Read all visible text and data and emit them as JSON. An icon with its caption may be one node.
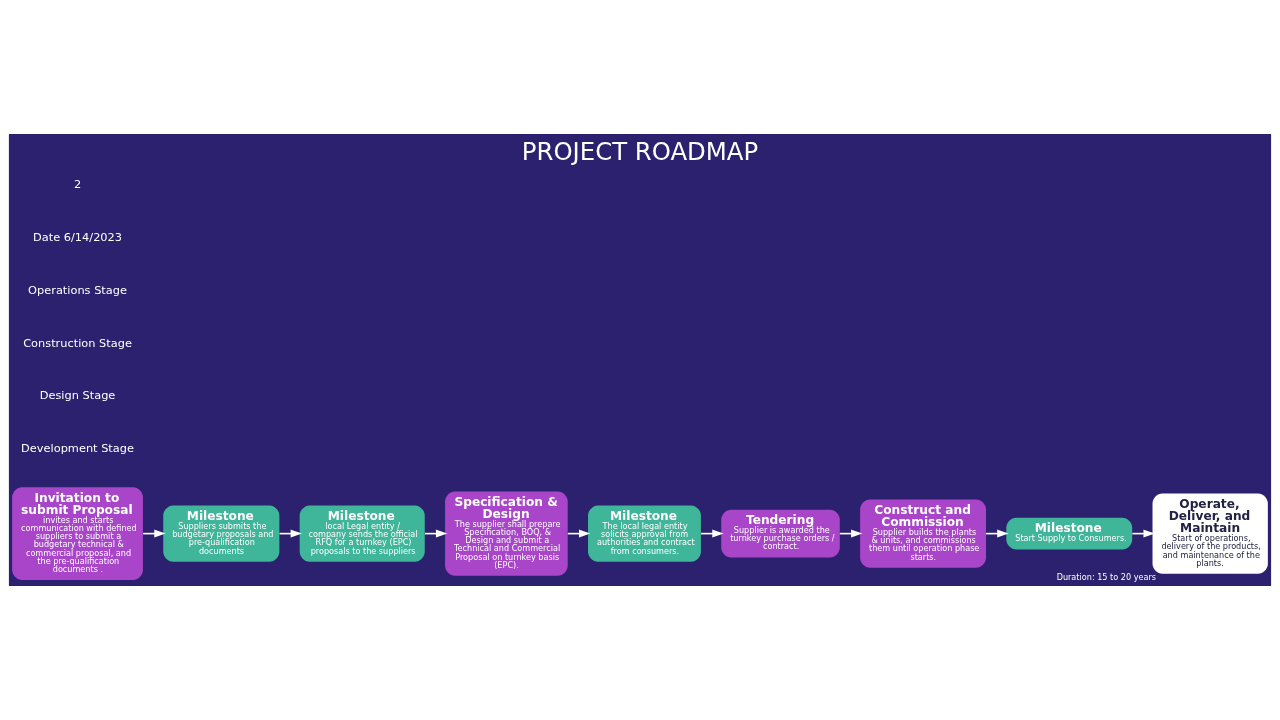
{
  "diagram": {
    "title": "PROJECT ROADMAP",
    "nodes": [
      {
        "text": [
          "Invitation to submit Proposal",
          "invites and starts communication with defined suppliers to submit a budgetary technical & commercial proposal, and the pre-qualification documents ."
        ]
      },
      {
        "text": [
          "Milestone",
          "Suppliers submits the budgetary proposals and pre-qualification documents"
        ]
      },
      {
        "text": [
          "Milestone",
          "local Legal entity / company sends the official RFQ for a turnkey (EPC) proposals to the suppliers"
        ]
      },
      {
        "text": [
          "Specification & Design",
          "The supplier shall prepare Specification, BOQ, & Design and submit a Technical and Commercial Proposal on turnkey basis (EPC)."
        ]
      },
      {
        "text": [
          "Milestone",
          "The local legal entity solicits approval from authorities and contract from consumers."
        ]
      },
      {
        "text": [
          "Tendering",
          "Supplier is awarded the turnkey purchase orders / contract."
        ]
      },
      {
        "text": [
          "Construct and Commission",
          "Supplier builds the plants & units, and commissions them until operation phase starts."
        ]
      },
      {
        "text": [
          "Milestone",
          "Start Supply to Consumers."
        ]
      },
      {
        "text": [
          "Operate, Deliver, and Maintain",
          "Start of operations, delivery of the products, and maintenance of the plants."
        ],
        "beside": [
          "Duration: 15 to 20 years"
        ]
      }
    ],
    "edges": [
      {
        "from": 0,
        "to": 1,
        "arrow": "to"
      },
      {
        "from": 1,
        "to": 2,
        "arrow": "to"
      },
      {
        "from": 2,
        "to": 3,
        "arrow": "to"
      },
      {
        "from": 3,
        "to": 4,
        "arrow": "to"
      },
      {
        "from": 4,
        "to": 5,
        "arrow": "to"
      },
      {
        "from": 5,
        "to": 6,
        "arrow": "to"
      },
      {
        "from": 6,
        "to": 7,
        "arrow": "to"
      },
      {
        "from": 7,
        "to": 8,
        "arrow": "to"
      }
    ],
    "labels": [
      "Development Stage",
      "Design Stage",
      "Construction Stage",
      "Operations Stage",
      "Date 6/14/2023",
      "2"
    ]
  }
}
